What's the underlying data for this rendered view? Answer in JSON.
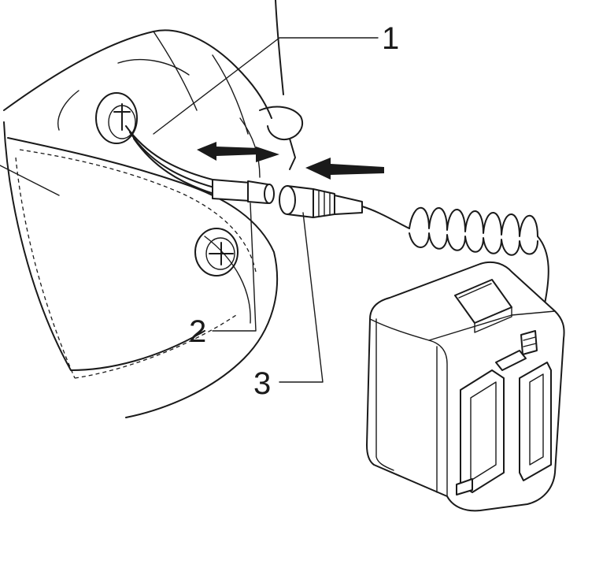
{
  "callouts": [
    {
      "id": "1",
      "label": "1"
    },
    {
      "id": "2",
      "label": "2"
    },
    {
      "id": "3",
      "label": "3"
    }
  ],
  "parts": {
    "helmet": "helmet-shell",
    "connector_plug": "helmet-cable-connector",
    "connector_socket": "battery-cable-connector",
    "battery": "battery-pack"
  },
  "colors": {
    "line": "#1a1a1a",
    "background": "#ffffff"
  }
}
